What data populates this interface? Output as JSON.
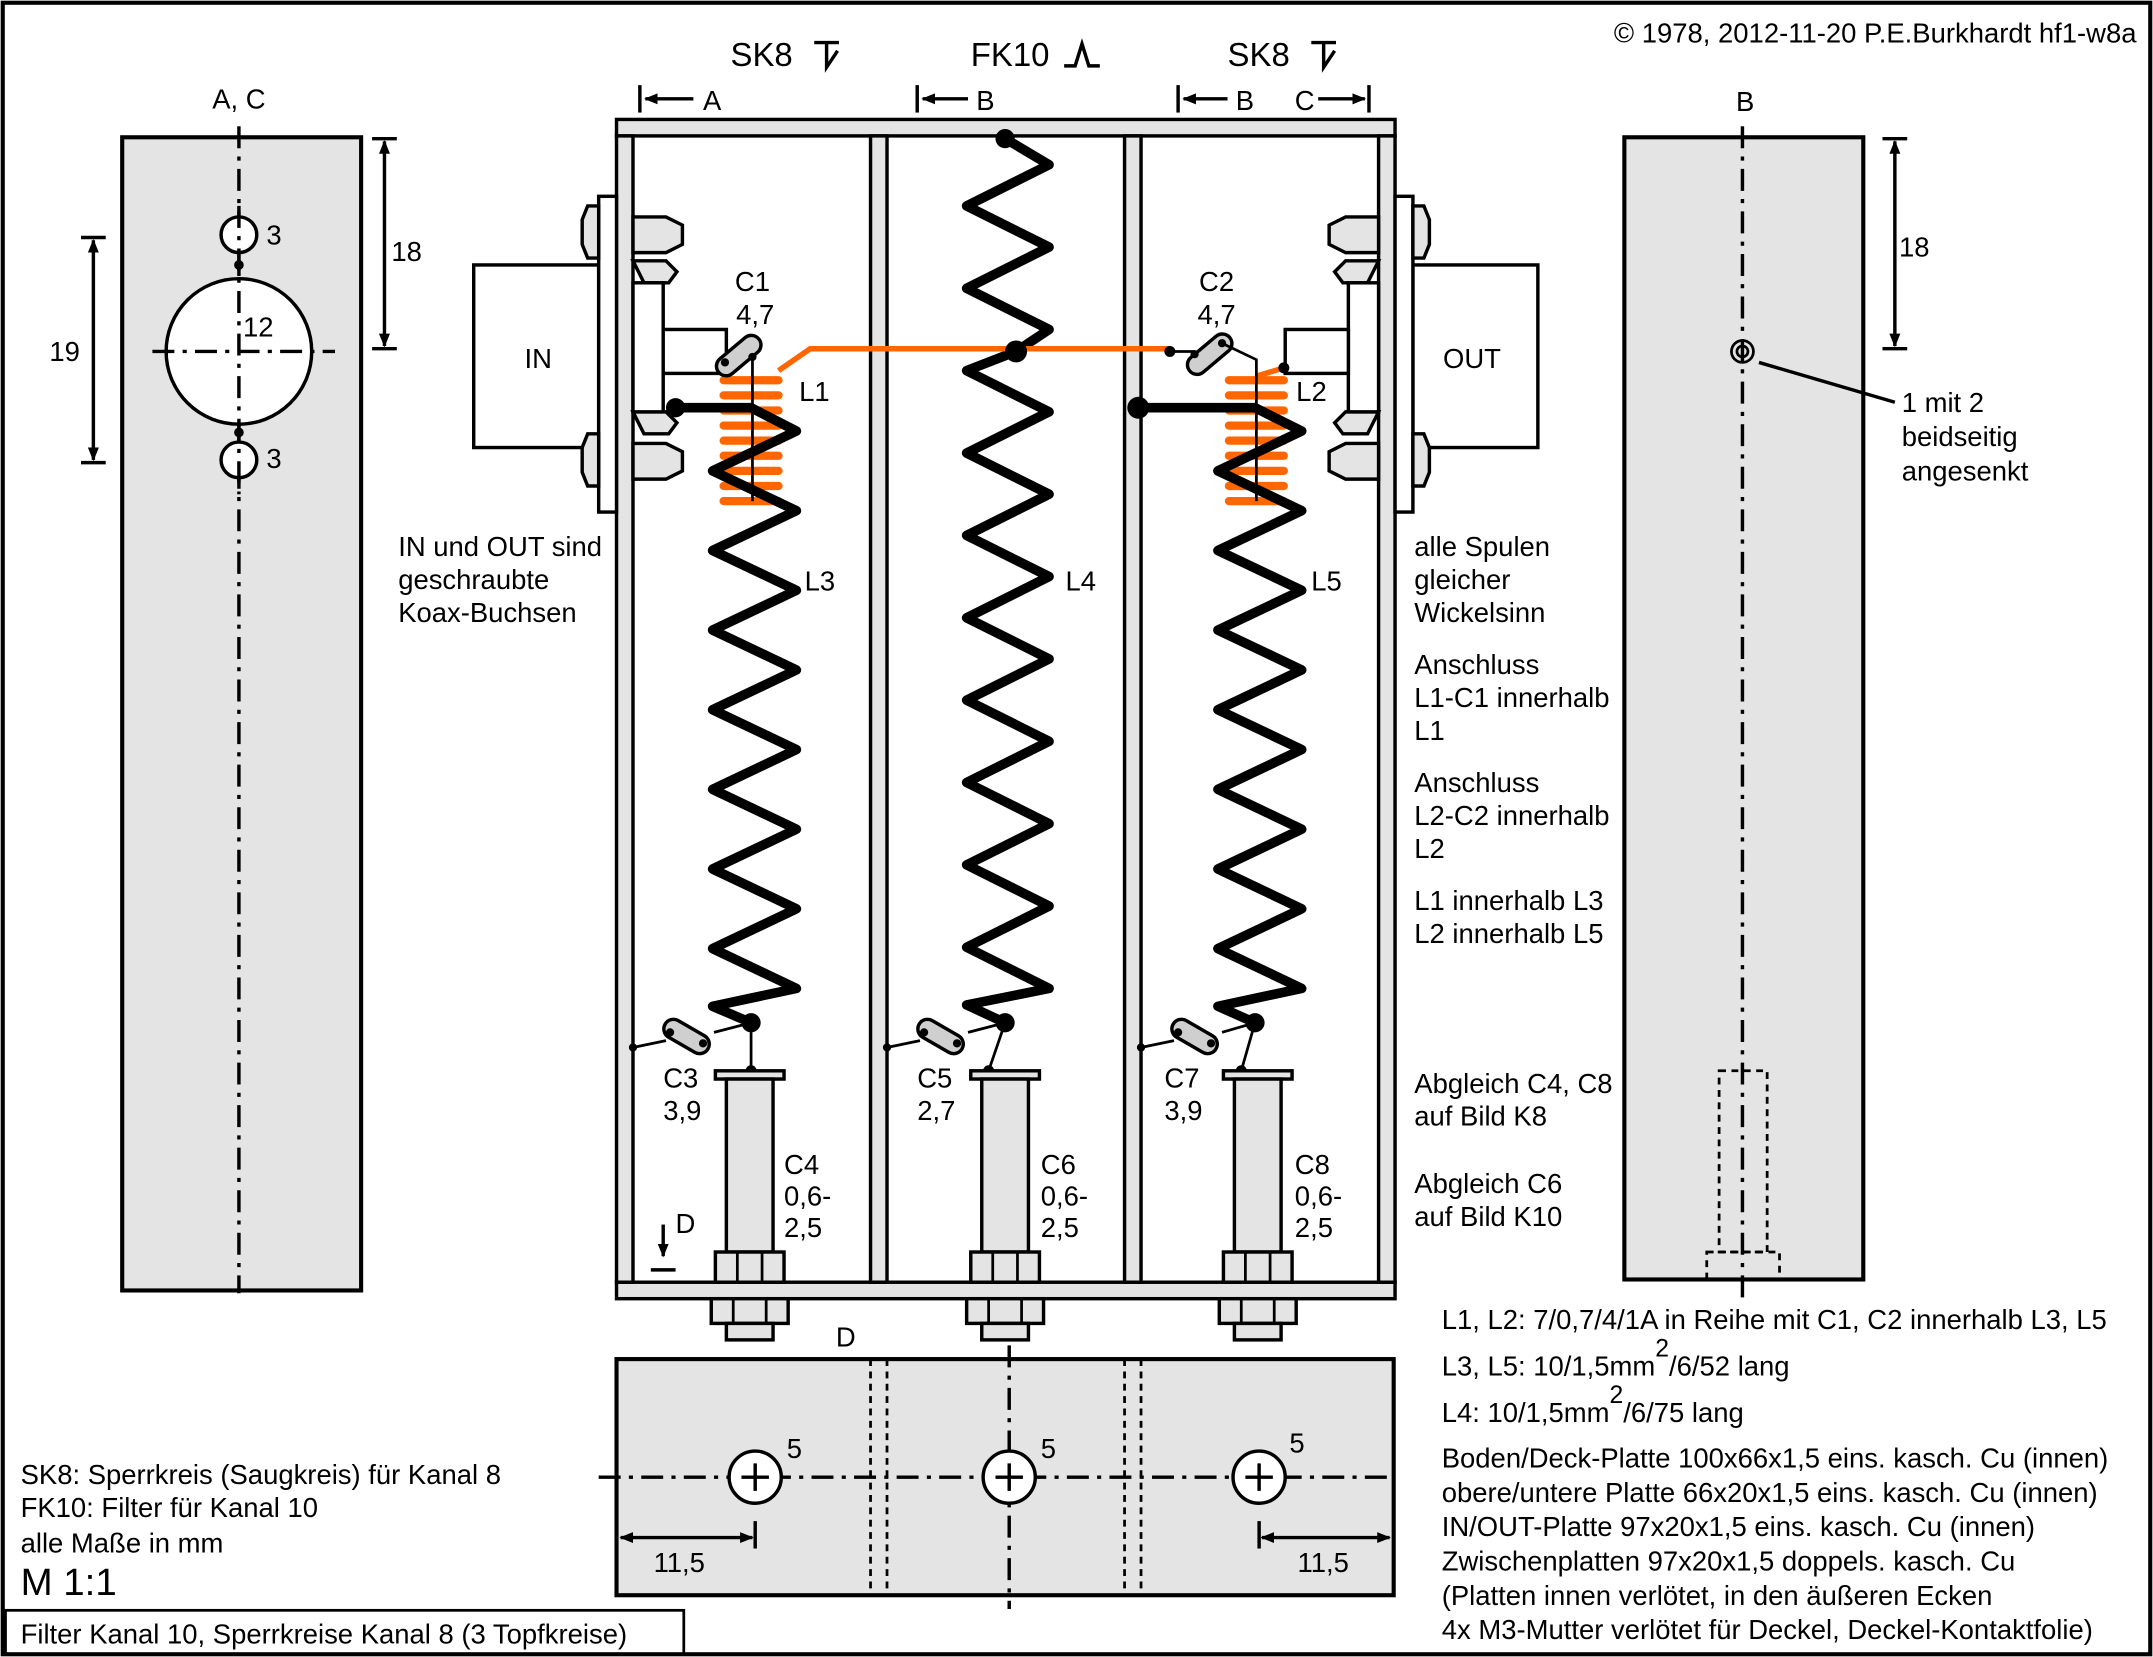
{
  "copyright": "© 1978, 2012-11-20 P.E.Burkhardt hf1-w8a",
  "headers": {
    "left": "SK8",
    "middle": "FK10",
    "right": "SK8"
  },
  "section_marks": {
    "a": "A",
    "b1": "B",
    "b2": "B",
    "c": "C",
    "d_top": "D",
    "d_bottom": "D"
  },
  "left_view": {
    "label": "A, C",
    "hole_small_top": "3",
    "hole_large": "12",
    "hole_small_bottom": "3",
    "dim_vertical_left": "19",
    "dim_vertical_right": "18"
  },
  "right_view": {
    "label": "B",
    "dim_vertical": "18",
    "note_lines": [
      "1 mit 2",
      "beidseitig",
      "angesenkt"
    ]
  },
  "connectors": {
    "in_label": "IN",
    "out_label": "OUT"
  },
  "components": {
    "c1": {
      "name": "C1",
      "value": "4,7"
    },
    "c2": {
      "name": "C2",
      "value": "4,7"
    },
    "c3": {
      "name": "C3",
      "value": "3,9"
    },
    "c4": {
      "name": "C4",
      "value_lines": [
        "0,6-",
        "2,5"
      ]
    },
    "c5": {
      "name": "C5",
      "value": "2,7"
    },
    "c6": {
      "name": "C6",
      "value_lines": [
        "0,6-",
        "2,5"
      ]
    },
    "c7": {
      "name": "C7",
      "value": "3,9"
    },
    "c8": {
      "name": "C8",
      "value_lines": [
        "0,6-",
        "2,5"
      ]
    },
    "l1": "L1",
    "l2": "L2",
    "l3": "L3",
    "l4": "L4",
    "l5": "L5"
  },
  "notes_left_mid": [
    "IN und OUT sind",
    "geschraubte",
    "Koax-Buchsen"
  ],
  "notes_right": {
    "block1": [
      "alle Spulen",
      "gleicher",
      "Wickelsinn"
    ],
    "block2": [
      "Anschluss",
      "L1-C1 innerhalb",
      "L1"
    ],
    "block3": [
      "Anschluss",
      "L2-C2 innerhalb",
      "L2"
    ],
    "block4": [
      "L1 innerhalb L3",
      "L2 innerhalb L5"
    ],
    "block5": [
      "Abgleich C4, C8",
      "auf Bild K8"
    ],
    "block6": [
      "Abgleich C6",
      "auf Bild K10"
    ]
  },
  "bottom_view": {
    "hole_left": "5",
    "hole_mid": "5",
    "hole_right": "5",
    "dim_left": "11,5",
    "dim_right": "11,5"
  },
  "specs": {
    "l1_l2": "L1, L2: 7/0,7/4/1A in Reihe mit C1, C2 innerhalb L3, L5",
    "l3_l5_pre": "L3, L5: 10/1,5mm",
    "l3_l5_sup": "2",
    "l3_l5_post": "/6/52 lang",
    "l4_pre": "L4: 10/1,5mm",
    "l4_sup": "2",
    "l4_post": "/6/75 lang",
    "plates": [
      "Boden/Deck-Platte 100x66x1,5 eins. kasch. Cu (innen)",
      "obere/untere Platte 66x20x1,5 eins. kasch. Cu (innen)",
      "IN/OUT-Platte 97x20x1,5 eins. kasch. Cu (innen)",
      "Zwischenplatten 97x20x1,5 doppels. kasch. Cu",
      "(Platten innen verlötet, in den äußeren Ecken",
      "4x M3-Mutter verlötet für Deckel, Deckel-Kontaktfolie)"
    ]
  },
  "legend": {
    "lines": [
      "SK8: Sperrkreis (Saugkreis) für Kanal 8",
      "FK10: Filter für Kanal 10",
      "alle Maße in mm"
    ],
    "scale": "M 1:1"
  },
  "title_block": "Filter Kanal 10, Sperrkreise Kanal 8 (3 Topfkreise)",
  "colors": {
    "plate": "#e4e4e4",
    "coupling_coil": "#ff6600",
    "capacitor": "#cfcfcf"
  }
}
